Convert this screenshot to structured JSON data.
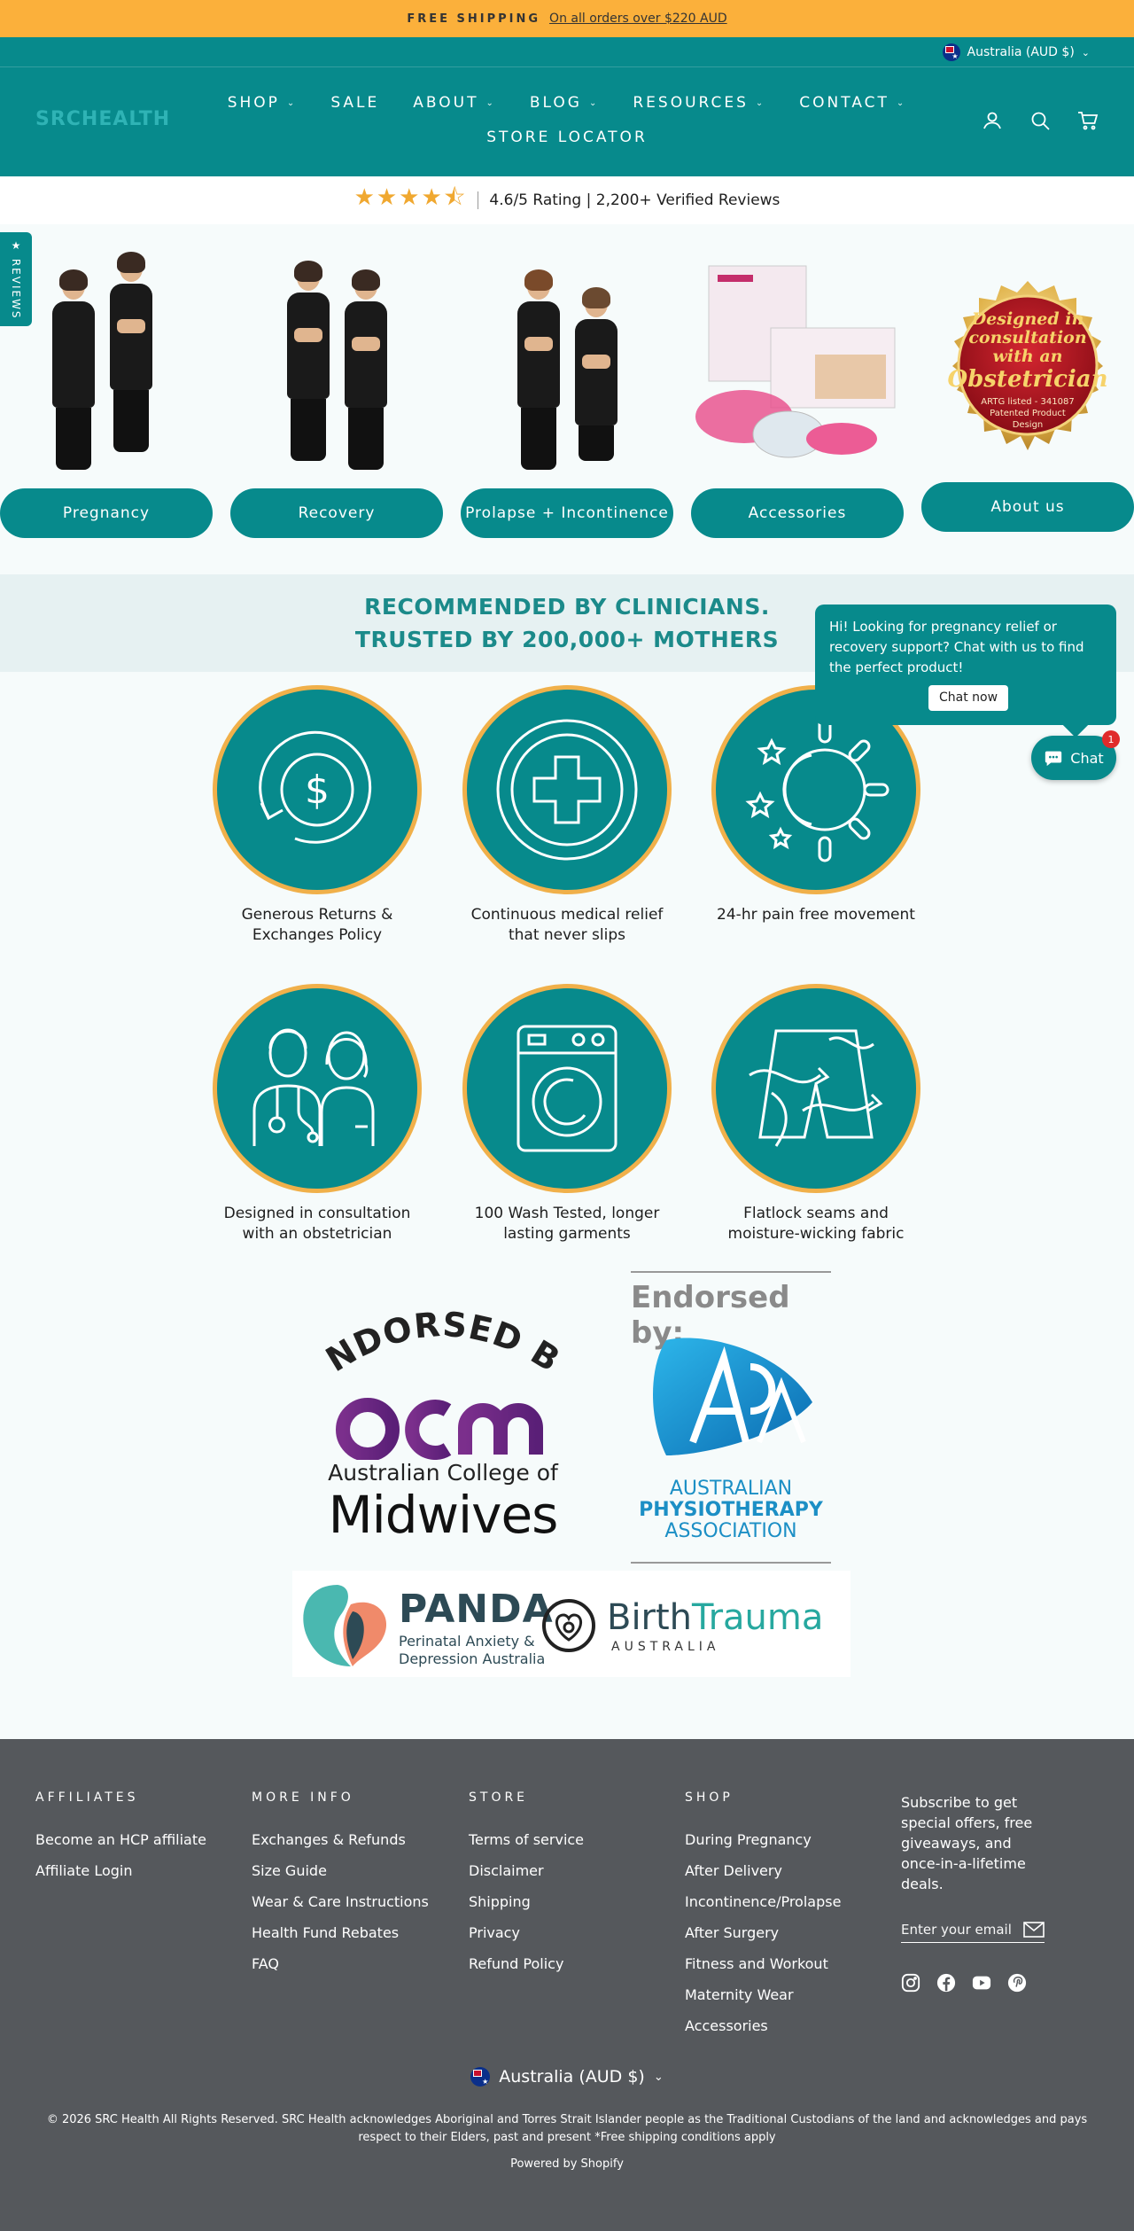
{
  "announcement": {
    "strong": "FREE SHIPPING",
    "link": "On all orders over $220 AUD"
  },
  "header": {
    "country": "Australia (AUD $)",
    "logo": "SRCHEALTH",
    "nav_row1": [
      {
        "label": "SHOP",
        "dropdown": true
      },
      {
        "label": "SALE",
        "dropdown": false
      },
      {
        "label": "ABOUT",
        "dropdown": true
      },
      {
        "label": "BLOG",
        "dropdown": true
      },
      {
        "label": "RESOURCES",
        "dropdown": true
      },
      {
        "label": "CONTACT",
        "dropdown": true
      }
    ],
    "nav_row2": [
      {
        "label": "STORE LOCATOR",
        "dropdown": false
      }
    ],
    "icons": [
      "account-icon",
      "search-icon",
      "cart-icon"
    ]
  },
  "rating": {
    "stars": "★★★★⯪",
    "text": "4.6/5 Rating | 2,200+ Verified Reviews"
  },
  "reviews_tab": {
    "label": "★ REVIEWS"
  },
  "categories": [
    {
      "label": "Pregnancy"
    },
    {
      "label": "Recovery"
    },
    {
      "label": "Prolapse + Incontinence"
    },
    {
      "label": "Accessories"
    },
    {
      "label": "About us"
    }
  ],
  "badge": {
    "line1": "Designed in",
    "line2": "consultation",
    "line3": "with an",
    "line4": "Obstetrician",
    "line5": "ARTG listed - 341087",
    "line6": "Patented Product",
    "line7": "Design"
  },
  "clinicians": {
    "line1": "RECOMMENDED BY CLINICIANS.",
    "line2": "TRUSTED BY 200,000+ MOTHERS"
  },
  "features": [
    {
      "line1": "Generous Returns &",
      "line2": "Exchanges Policy"
    },
    {
      "line1": "Continuous medical relief",
      "line2": "that never slips"
    },
    {
      "line1": "24-hr pain free movement",
      "line2": ""
    },
    {
      "line1": "Designed in consultation",
      "line2": "with an obstetrician"
    },
    {
      "line1": "100 Wash Tested, longer",
      "line2": "lasting garments"
    },
    {
      "line1": "Flatlock seams and",
      "line2": "moisture-wicking fabric"
    }
  ],
  "chat": {
    "message": "Hi! Looking for pregnancy relief or recovery support? Chat with us to find the perfect product!",
    "cta": "Chat now",
    "button": "Chat",
    "badge": "1"
  },
  "endorsements": {
    "acm_endorsed": "ENDORSED BY",
    "acm_sub": "Australian College of",
    "acm_main": "Midwives",
    "apa_endorsed": "Endorsed by:",
    "apa_l1": "AUSTRALIAN",
    "apa_l2": "PHYSIOTHERAPY",
    "apa_l3": "ASSOCIATION",
    "panda_title": "PANDA",
    "panda_l1": "Perinatal Anxiety &",
    "panda_l2": "Depression Australia",
    "bt_title_a": "Birth",
    "bt_title_b": "Trauma",
    "bt_sub": "AUSTRALIA"
  },
  "footer": {
    "columns": [
      {
        "heading": "AFFILIATES",
        "links": [
          "Become an HCP affiliate",
          "Affiliate Login"
        ]
      },
      {
        "heading": "MORE INFO",
        "links": [
          "Exchanges & Refunds",
          "Size Guide",
          "Wear & Care Instructions",
          "Health Fund Rebates",
          "FAQ"
        ]
      },
      {
        "heading": "STORE",
        "links": [
          "Terms of service",
          "Disclaimer",
          "Shipping",
          "Privacy",
          "Refund Policy"
        ]
      },
      {
        "heading": "SHOP",
        "links": [
          "During Pregnancy",
          "After Delivery",
          "Incontinence/Prolapse",
          "After Surgery",
          "Fitness and Workout",
          "Maternity Wear",
          "Accessories"
        ]
      }
    ],
    "subscribe": "Subscribe to get special offers, free giveaways, and once-in-a-lifetime deals.",
    "email_placeholder": "Enter your email",
    "country": "Australia (AUD $)",
    "copyright": "© 2026 SRC Health All Rights Reserved. SRC Health acknowledges Aboriginal and Torres Strait Islander people as the Traditional Custodians of the land and acknowledges and pays respect to their Elders, past and present *Free shipping conditions apply",
    "powered": "Powered by Shopify"
  },
  "colors": {
    "brand": "#078a8c",
    "accent": "#fbb03b",
    "footer": "#55585c"
  }
}
